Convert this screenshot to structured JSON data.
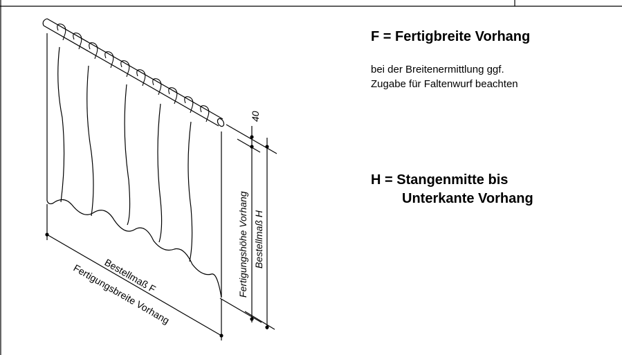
{
  "legend": {
    "f_definition": "F = Fertigbreite Vorhang",
    "f_note_line1": "bei der Breitenermittlung ggf.",
    "f_note_line2": "Zugabe für Faltenwurf beachten",
    "h_definition_line1": "H = Stangenmitte bis",
    "h_definition_line2": "Unterkante Vorhang"
  },
  "diagram": {
    "offset_label": "40",
    "production_height_label": "Fertigungshöhe Vorhang",
    "order_height_label": "Bestellmaß H",
    "order_width_label": "Bestellmaß F",
    "production_width_label": "Fertigungsbreite Vorhang"
  }
}
